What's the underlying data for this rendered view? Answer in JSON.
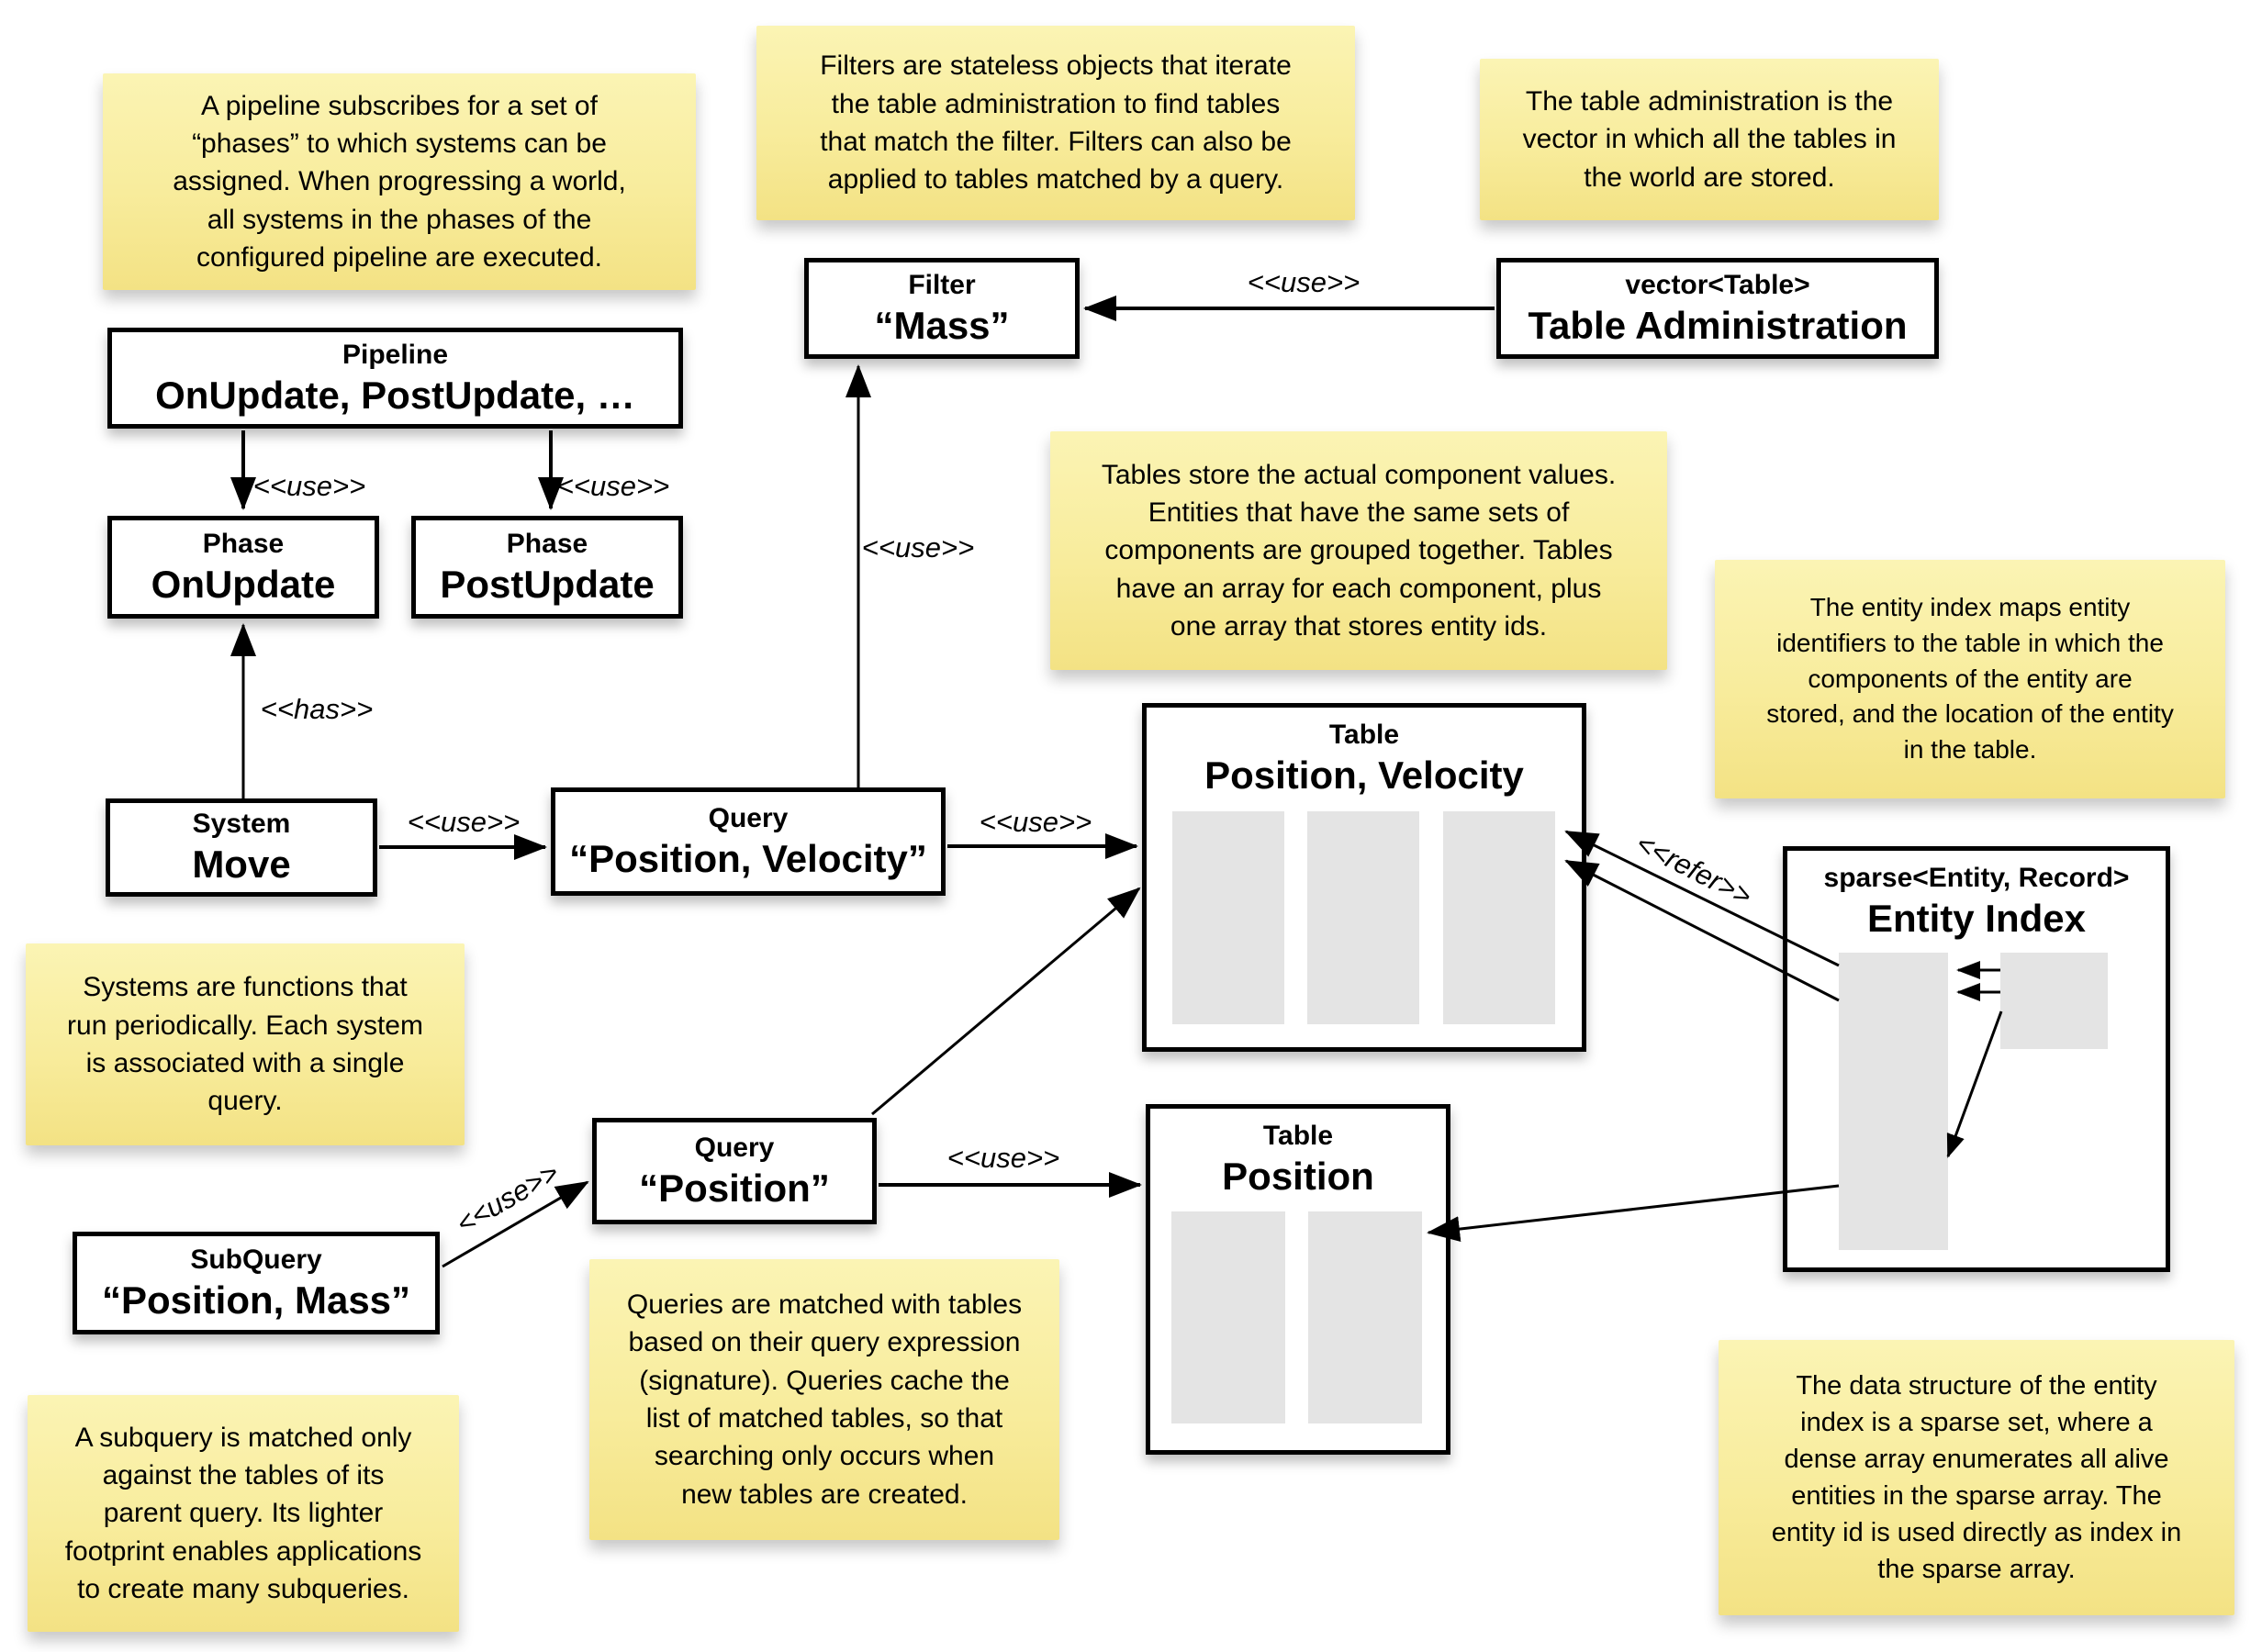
{
  "colors": {
    "background": "#FFFFFF",
    "note_top": "#FBF4B4",
    "note_bottom": "#F3E284",
    "box_border": "#000000",
    "box_fill": "#FFFFFF",
    "array_fill": "#E4E4E4",
    "line": "#000000"
  },
  "notes": [
    {
      "id": "note-pipeline",
      "text": "A pipeline subscribes for a set of\n“phases” to which systems can be\nassigned. When progressing a world,\nall systems in the phases of the\nconfigured pipeline are executed."
    },
    {
      "id": "note-filters",
      "text": "Filters are stateless objects that iterate\nthe table administration to find tables\nthat match the filter. Filters can also be\napplied to tables matched by a query."
    },
    {
      "id": "note-table-admin",
      "text": "The table administration is the\nvector in which all the tables in\nthe world are stored."
    },
    {
      "id": "note-tables",
      "text": "Tables store the actual component values.\nEntities that have the same sets of\ncomponents are grouped together. Tables\nhave an array for each component, plus\none array that stores entity ids."
    },
    {
      "id": "note-entity-index",
      "text": "The entity index maps entity\nidentifiers to the table in which the\ncomponents of the entity are\nstored, and the location of the entity\nin the table."
    },
    {
      "id": "note-systems",
      "text": "Systems are functions that\nrun periodically. Each system\nis associated with a single\nquery."
    },
    {
      "id": "note-queries",
      "text": "Queries are matched with tables\nbased on their query expression\n(signature). Queries cache the\nlist of matched tables, so that\nsearching only occurs when\nnew tables are created."
    },
    {
      "id": "note-subquery",
      "text": "A subquery is matched only\nagainst the tables of its\nparent query. Its lighter\nfootprint enables applications\nto create many subqueries."
    },
    {
      "id": "note-sparse-set",
      "text": "The data structure of the entity\nindex is a sparse set, where a\ndense array enumerates all alive\nentities in the sparse array. The\nentity id is used directly as index in\nthe sparse array."
    }
  ],
  "boxes": {
    "pipeline": {
      "stereotype": "Pipeline",
      "name": "OnUpdate, PostUpdate, …"
    },
    "phase_onupdate": {
      "stereotype": "Phase",
      "name": "OnUpdate"
    },
    "phase_postupdate": {
      "stereotype": "Phase",
      "name": "PostUpdate"
    },
    "filter_mass": {
      "stereotype": "Filter",
      "name": "“Mass”"
    },
    "table_admin": {
      "stereotype": "vector<Table>",
      "name": "Table Administration"
    },
    "system_move": {
      "stereotype": "System",
      "name": "Move"
    },
    "query_pos_vel": {
      "stereotype": "Query",
      "name": "“Position, Velocity”"
    },
    "table_pos_vel": {
      "stereotype": "Table",
      "name": "Position, Velocity",
      "array_count": 3
    },
    "query_pos": {
      "stereotype": "Query",
      "name": "“Position”"
    },
    "table_pos": {
      "stereotype": "Table",
      "name": "Position",
      "array_count": 2
    },
    "subquery": {
      "stereotype": "SubQuery",
      "name": "“Position, Mass”"
    },
    "entity_index": {
      "stereotype": "sparse<Entity, Record>",
      "name": "Entity Index",
      "array_count": 2
    }
  },
  "edge_labels": {
    "pipeline_to_onupdate": "<<use>>",
    "pipeline_to_postupdate": "<<use>>",
    "system_has_phase": "<<has>>",
    "system_to_query": "<<use>>",
    "query_to_filter": "<<use>>",
    "admin_to_filter": "<<use>>",
    "query_pv_to_table": "<<use>>",
    "subquery_to_query": "<<use>>",
    "query_pos_to_table": "<<use>>",
    "entity_index_refer": "<<refer>>"
  }
}
